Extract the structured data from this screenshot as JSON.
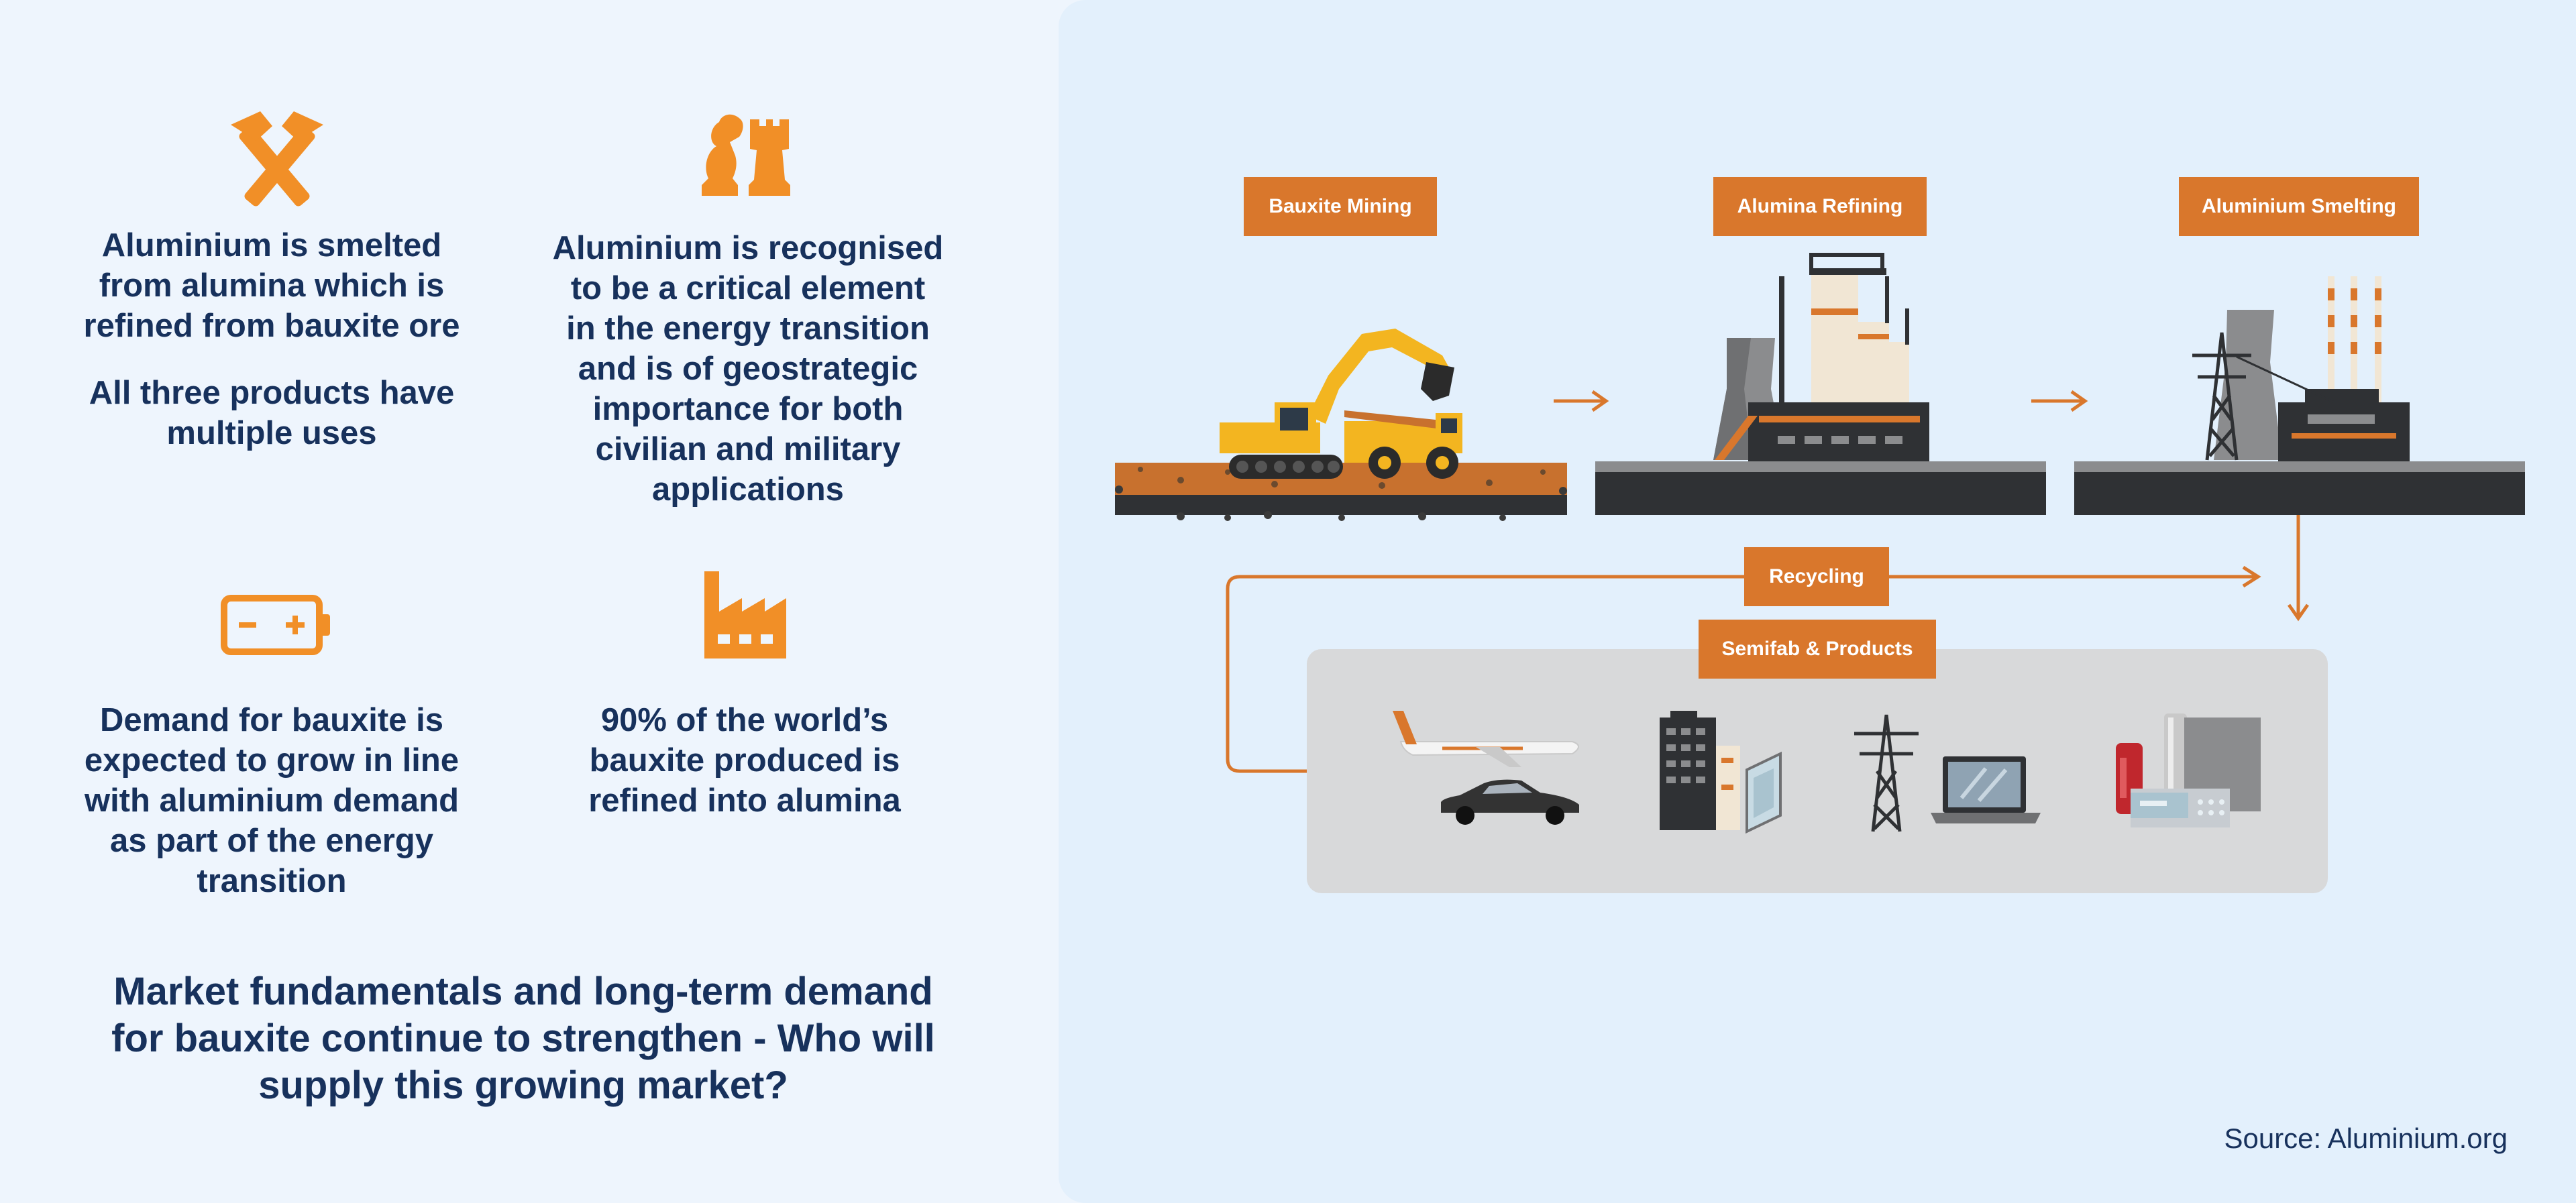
{
  "facts": [
    {
      "lines": [
        "Aluminium is smelted",
        "from alumina which is",
        "refined from bauxite ore"
      ],
      "extra_lines": [
        "All three products have",
        "multiple uses"
      ],
      "icon": "hammers-icon"
    },
    {
      "lines": [
        "Aluminium is recognised",
        "to be a critical element",
        "in the energy transition",
        "and is of geostrategic",
        "importance for both",
        "civilian and military",
        "applications"
      ],
      "icon": "chess-pieces-icon"
    },
    {
      "lines": [
        "Demand for bauxite is",
        "expected to grow in line",
        "with aluminium demand",
        "as part of the energy",
        "transition"
      ],
      "icon": "battery-icon"
    },
    {
      "lines": [
        "90% of the world’s",
        "bauxite produced is",
        "refined into alumina"
      ],
      "icon": "factory-icon"
    }
  ],
  "headline_lines": [
    "Market fundamentals and long-term demand",
    "for bauxite continue to strengthen - Who will",
    "supply this growing market?"
  ],
  "source": "Source: Aluminium.org",
  "stages": {
    "mining": "Bauxite Mining",
    "refining": "Alumina Refining",
    "smelting": "Aluminium Smelting",
    "recycling": "Recycling",
    "semifab": "Semifab & Products"
  },
  "colors": {
    "accent_orange": "#d9772c",
    "navy_text": "#17315c",
    "left_bg": "#eef5fd",
    "right_bg": "#e3f0fc",
    "products_bg": "#d8d9da"
  },
  "product_icons": [
    "airplane-icon",
    "car-icon",
    "building-icon",
    "glass-panel-icon",
    "power-pylon-icon",
    "laptop-icon",
    "cans-icon",
    "packaging-icon"
  ]
}
